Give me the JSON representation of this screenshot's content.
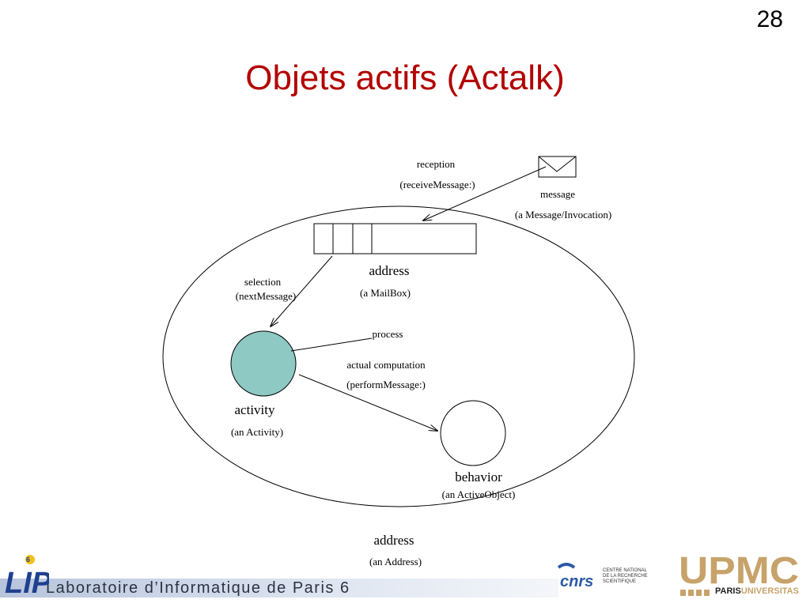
{
  "slide": {
    "number": "28",
    "title": "Objets actifs (Actalk)"
  },
  "diagram": {
    "reception": "reception",
    "receive_message": "(receiveMessage:)",
    "message": "message",
    "message_type": "(a Message/Invocation)",
    "mailbox_name": "address",
    "mailbox_type": "(a MailBox)",
    "selection": "selection",
    "next_message": "(nextMessage)",
    "process": "process",
    "actual_computation": "actual computation",
    "perform_message": "(performMessage:)",
    "activity_name": "activity",
    "activity_type": "(an Activity)",
    "behavior_name": "behavior",
    "behavior_type": "(an ActiveObject)",
    "outer_name": "address",
    "outer_type": "(an Address)",
    "activity_color": "#8ec9c4"
  },
  "footer": {
    "lab_name": "Laboratoire d’Informatique de Paris 6",
    "lip_logo": "LIP",
    "lip_badge": "6",
    "cnrs_logo": "CNRS",
    "cnrs_text": [
      "CENTRE NATIONAL",
      "DE LA RECHERCHE",
      "SCIENTIFIQUE"
    ],
    "upmc_logo": "UPMC",
    "upmc_paris": "PARIS",
    "upmc_universitas": "UNIVERSITAS"
  }
}
